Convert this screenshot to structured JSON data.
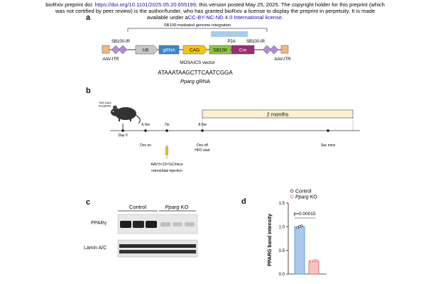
{
  "header": {
    "line1_prefix": "bioRxiv preprint doi: ",
    "doi_link": "https://doi.org/10.1101/2025.05.20.655199",
    "line1_suffix": "; this version posted May 25, 2025. The copyright holder for this preprint (which",
    "line2": "was not certified by peer review) is the author/funder, who has granted bioRxiv a license to display the preprint in perpetuity. It is made",
    "line3_prefix": "available under a",
    "license_link": "CC-BY-NC-ND 4.0 International license",
    "line3_suffix": "."
  },
  "panel_a": {
    "letter": "a",
    "integration_label": "SB100-mediated genome integration",
    "left_ir": "SB100-IR",
    "right_ir": "SB100-IR",
    "left_itr": "AAV-ITR",
    "right_itr": "AAV-ITR",
    "p2a": "P2A",
    "elements": [
      "U6",
      "gRNA",
      "CAG",
      "SB100",
      "Cre"
    ],
    "vector_name": "MOSAICS vector",
    "sequence": "ATAAATAAGCTTCAATCGGA",
    "gene": "Pparg",
    "gene_suffix": " gRNA",
    "colors": {
      "itr": "#f0b886",
      "ir": "#b58ad6",
      "u6": "#c8c8c8",
      "grna": "#3d86c8",
      "cag": "#f2c418",
      "sb100": "#8dc63f",
      "cre": "#9b2d73",
      "bar": "#a9cde8"
    }
  },
  "panel_b": {
    "letter": "b",
    "mouse_line1": "Tet3-Cas9;",
    "mouse_line2": "RosaRtTA",
    "day0": "Day 0",
    "t1": "6.5w",
    "t2": "7w",
    "t3": "8.5w",
    "duration": "2 months",
    "dox_on": "Dox on",
    "dox_off": "Dox off",
    "hfd_start": "HFD start",
    "sac": "Sac mice",
    "aav_line1": "AAV:5×10¹⁰GC/mice",
    "aav_line2": "retroorbital injection"
  },
  "panel_c": {
    "letter": "c",
    "control": "Control",
    "ko_gene": "Pparg",
    "ko_suffix": " KO",
    "band1": "PPARγ",
    "band2": "Lamin A/C"
  },
  "panel_d": {
    "letter": "d",
    "legend_control": "Control",
    "legend_ko_gene": "Pparg",
    "legend_ko_suffix": " KO",
    "pvalue": "p=0.00015",
    "ylabel": "PPARG band intensity",
    "yticks": [
      "0.0",
      "0.5",
      "1.0",
      "1.5"
    ],
    "control_color": "#4a90d9",
    "ko_color": "#e05a5a"
  },
  "chart_data": {
    "type": "bar",
    "categories": [
      "Control",
      "Pparg KO"
    ],
    "values": [
      1.0,
      0.28
    ],
    "points": [
      [
        0.98,
        1.01,
        1.02
      ],
      [
        0.27,
        0.28,
        0.29
      ]
    ],
    "ylabel": "PPARG band intensity",
    "ylim": [
      0,
      1.5
    ],
    "annotation": "p=0.00015",
    "legend": [
      "Control",
      "Pparg KO"
    ]
  }
}
